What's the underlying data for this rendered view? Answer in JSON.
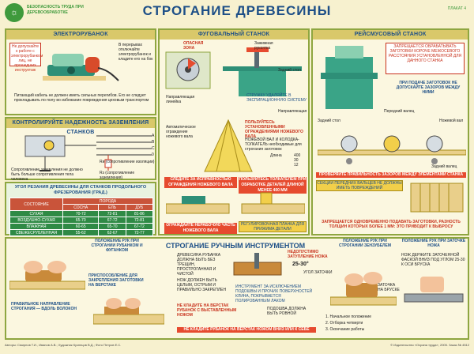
{
  "header": {
    "logo_text": "БЕЗОПАСНОСТЬ ТРУДА ПРИ ДЕРЕВООБРАБОТКЕ",
    "title": "СТРОГАНИЕ ДРЕВЕСИНЫ",
    "sheet_label": "ПЛАКАТ 4"
  },
  "electro": {
    "heading": "ЭЛЕКТРОРУБАНОК",
    "red_note": "Не допускайте к работе с электрорубанком лиц, не прошедших инструктаж",
    "note_top": "В перерывах отключайте электрорубанок и кладите его на бок",
    "note_bottom": "Питающий кабель не должен иметь сильных перегибов. Его не следует прокладывать по полу во избежание повреждения цеховым транспортом"
  },
  "grounding": {
    "heading": "КОНТРОЛИРУЙТЕ НАДЕЖНОСТЬ ЗАЗЕМЛЕНИЯ СТАНКОВ",
    "phases": [
      "A",
      "B",
      "C",
      "0"
    ],
    "ri_label": "Rи (сопротивление изоляции)",
    "rz_label": "Rз (сопротивление заземления)",
    "note": "Сопротивление заземления не должно быть больше сопротивления тела человека"
  },
  "angles": {
    "heading": "УГОЛ РЕЗАНИЯ ДРЕВЕСИНЫ ДЛЯ СТАНКОВ ПРОДОЛЬНОГО ФРЕЗЕРОВАНИЯ (ГРАД.)",
    "col_head": "ПОРОДА",
    "species": [
      "СОСНА",
      "ЕЛЬ",
      "ДУБ"
    ],
    "state_head": "СОСТОЯНИЕ",
    "rows": [
      {
        "state": "СУХАЯ",
        "v": [
          "70-72",
          "72-81",
          "81-86"
        ]
      },
      {
        "state": "ВОЗДУШНО-СУХАЯ",
        "v": [
          "65-70",
          "67-72",
          "72-81"
        ]
      },
      {
        "state": "ВЛАЖНАЯ",
        "v": [
          "60-65",
          "65-70",
          "67-72"
        ]
      },
      {
        "state": "СВЕЖЕСРУБЛЕННАЯ",
        "v": [
          "55-62",
          "62-67",
          "72-77"
        ]
      }
    ]
  },
  "fugal": {
    "heading": "ФУГОВАЛЬНЫЙ СТАНОК",
    "danger": "ОПАСНАЯ ЗОНА",
    "clamp": "Зажимная рукоятка",
    "fence": "Направляющая линейка",
    "table": "Задний стол",
    "exhaust": "СТРУЖКУ УДАЛЯЙТЕ В ЭКСПИРАЦИОННУЮ СИСТЕМУ",
    "ruler": "Направляющая",
    "auto_guard": "Автоматическое ограждение ножевого вала",
    "fix_note": "ПОЛЬЗУЙТЕСЬ УСТАНОВЛЕННЫМИ ОГРАЖДЕНИЯМИ НОЖЕВОГО ВАЛА",
    "knife_note": "НОЖЕВОЙ ВАЛ И КОЛОДКА-ТОЛКАТЕЛЬ необходимые для строгания заготовок",
    "dims_label": "Длина",
    "dims": [
      "400",
      "30",
      "12"
    ],
    "knife_bar": "СЛЕДИТЕ ЗА ИСПРАВНОСТЬЮ ОГРАЖДЕНИЯ НОЖЕВОГО ВАЛА",
    "push_bar": "ПОЛЬЗУЙТЕСЬ ТОЛКАТЕЛЕМ ПРИ ОБРАБОТКЕ ДЕТАЛЕЙ ДЛИНОЙ МЕНЕЕ 400 ММ",
    "bottom1": "ОГРАЖДАЙТЕ НЕРАБОЧУЮ ЧАСТЬ НОЖЕВОГО ВАЛА",
    "bottom2": "РЕГУЛИРОВОЧНАЯ ПЛАНКА ДЛЯ ПРИЖИМА ДЕТАЛИ"
  },
  "thickness": {
    "heading": "РЕЙСМУСОВЫЙ СТАНОК",
    "red_note": "ЗАПРЕЩАЕТСЯ ОБРАБАТЫВАТЬ ЗАГОТОВКИ КОРОЧЕ МЕЖОСЕВОГО РАССТОЯНИЯ УСТАНОВЛЕННОЙ ДЛЯ ДАННОГО СТАНКА",
    "gap_note": "ПРИ ПОДАЧЕ ЗАГОТОВОК НЕ ДОПУСКАЙТЕ ЗАЗОРОВ МЕЖДУ НИМИ",
    "rear_table": "Задний стол",
    "front_roller": "Передний валец",
    "knife_shaft": "Ножевой вал",
    "rear_roller": "Задний валец",
    "check_bar": "ПРОВЕРЯЙТЕ ПРАВИЛЬНОСТЬ ЗАЗОРОВ МЕЖДУ ЭЛЕМЕНТАМИ СТАНКА",
    "sections": "СЕКЦИИ ПЕРЕДНИХ ВАЛЬЦЕВ НЕ ДОЛЖНЫ ИМЕТЬ ПОВРЕЖДЕНИЙ",
    "prohibit": "ЗАПРЕЩАЕТСЯ ОДНОВРЕМЕННО ПОДАВАТЬ ЗАГОТОВКИ, РАЗНОСТЬ ТОЛЩИН КОТОРЫХ БОЛЕЕ 1 ММ: ЭТО ПРИВОДИТ К ВЫБРОСУ"
  },
  "hand": {
    "title": "СТРОГАНИЕ РУЧНЫМ ИНСТРУМЕНТОМ",
    "left_head": "ПОЛОЖЕНИЕ РУК ПРИ СТРОГАНИИ РУБАНКОМ И ФУГАНКОМ",
    "direction": "ПРАВИЛЬНОЕ НАПРАВЛЕНИЕ СТРОГАНИЯ — ВДОЛЬ ВОЛОКОН",
    "clamp_note": "ПРИСПОСОБЛЕНИЕ ДЛЯ ЗАКРЕПЛЕНИЯ ЗАГОТОВКИ НА ВЕРСТАКЕ",
    "wood_note": "ДРЕВЕСИНА РУБАНКА ДОЛЖНА БЫТЬ БЕЗ ТРЕЩИН, ПРОСТРОГАННАЯ И ЧИСТОЙ",
    "sharp": "НЕДОПУСТИМО ЗАТУПЛЕНИЕ НОЖА",
    "angle": "25-30°",
    "angle_label": "УГОЛ ЗАТОЧКИ",
    "knife_note": "НОЖ ДОЛЖЕН БЫТЬ ЦЕЛЫМ, ОСТРЫМ И ПРАВИЛЬНО ЗАКРЕПЛЕН",
    "tool_note": "ИНСТРУМЕНТ ЗА ИСКЛЮЧЕНИЕМ ПОДОШВЫ И ПРОЧИХ ПОВЕРХНОСТЕЙ КЛИНА, ПОКРЫВАЕТСЯ ПОЛИРОВАННЫМ ЛАКОМ",
    "no_blade": "НЕ КЛАДИТЕ НА ВЕРСТАК РУБАНОК С ВЫСТАВЛЕННЫМ НОЖОМ",
    "sole_note": "ПОДОШВА ДОЛЖНА БЫТЬ РОВНОЙ",
    "bottom_bar": "НЕ КЛАДИТЕ РУБАНОК НА ВЕРСТАК НОЖОМ ВНИЗ ИЛИ К СЕБЕ",
    "right_head": "ПОЛОЖЕНИЕ РУК ПРИ СТРОГАНИИ ЗЕНЗУБЕЛЕМ",
    "sharpen_head": "ПОЛОЖЕНИЕ РУК ПРИ ЗАТОЧКЕ НОЖА",
    "sharpen_note": "НОЖ ДЕРЖИТЕ ЗАТОЧЕННОЙ ФАСКОЙ ВНИЗ ПОД УГЛОМ 25-30 К ОСИ БРУСКА",
    "bar_label": "ЗАТОЧКА НА БРУСКЕ",
    "steps": [
      "1. Начальное положение",
      "2. Отборка четверти",
      "3. Окончание работы"
    ]
  },
  "footer": {
    "credits": "Авторы: Смирнов Т.И., Иванов А.В.; Художник Кузнецов В.Д.; Фото Петров Е.С.",
    "publisher": "© Издательство «Охрана труда», 2005. Заказ № 4512"
  },
  "colors": {
    "background": "#f7f1cf",
    "panel_border": "#8ea640",
    "header_blue": "#1d4f87",
    "warning_red": "#e64b2f",
    "table_green": "#2f8a45"
  }
}
